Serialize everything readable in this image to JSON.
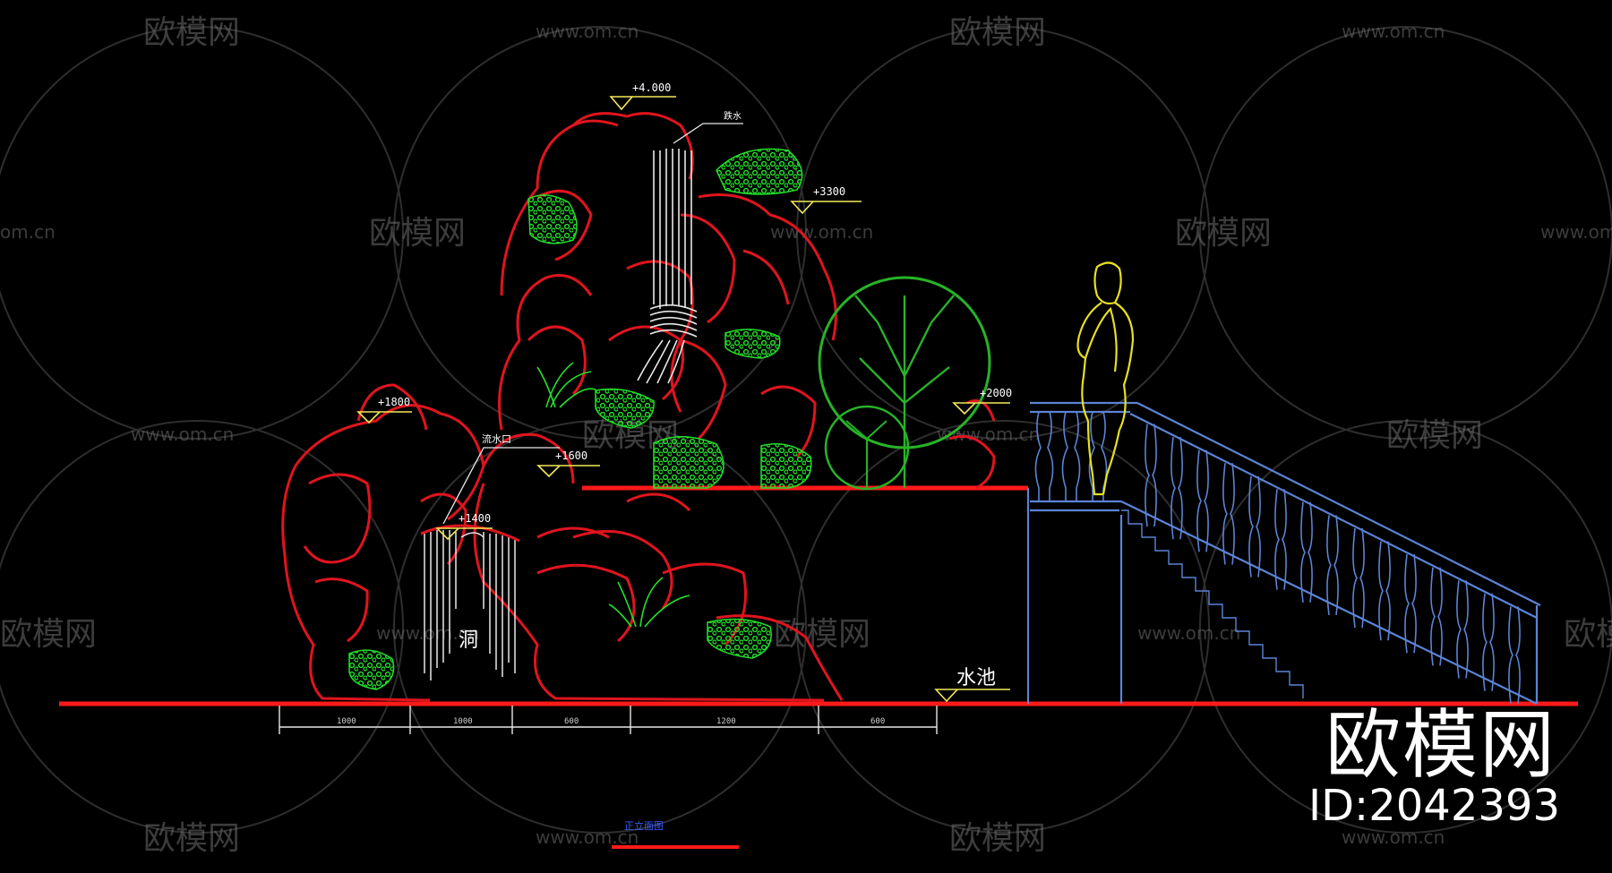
{
  "watermark": {
    "brand_cn": "欧模网",
    "url": "www.om.cn",
    "url_short": "om.cn",
    "id_text": "ID:2042393"
  },
  "drawing": {
    "elevations": {
      "top": "+4.000",
      "upper_right": "+3300",
      "tree_right": "+2000",
      "left_rock": "+1800",
      "mid_platform": "+1600",
      "cave_top": "+1400"
    },
    "labels": {
      "pool": "水池",
      "cave": "洞",
      "waterfall_note": "跌水",
      "cascade_note": "流水口",
      "title": "正立面图"
    },
    "dimensions": [
      "1000",
      "1000",
      "600",
      "1200",
      "600"
    ]
  },
  "colors": {
    "background": "#000000",
    "rock": "#e0141e",
    "ground": "#ff1a1a",
    "plants": "#22e02a",
    "tree": "#27b327",
    "water": "#e8e8e8",
    "stair": "#5b84d6",
    "figure": "#e8e021",
    "elevation": "#f2e85a",
    "title_bar": "#2a3cff"
  }
}
